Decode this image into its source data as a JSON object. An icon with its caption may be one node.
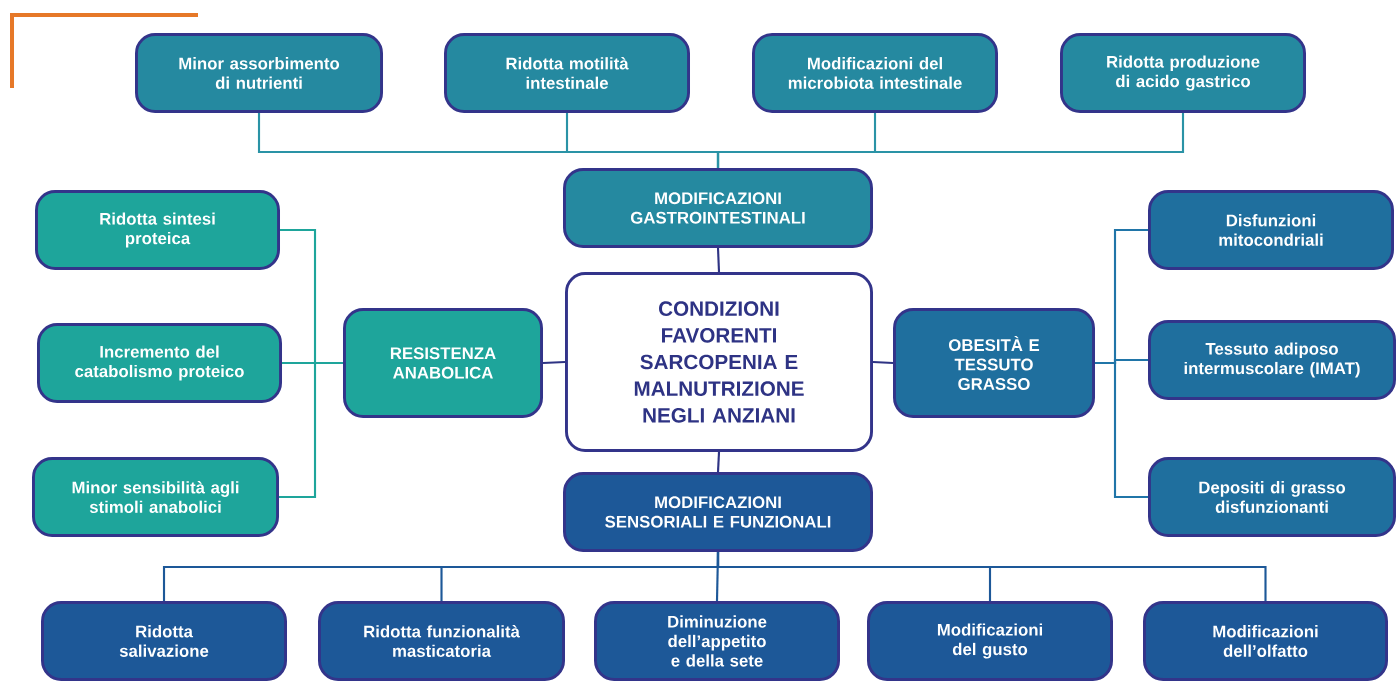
{
  "diagram": {
    "nodes": [
      {
        "text": [
          "Minor assorbimento di nutrienti"
        ]
      },
      {
        "text": [
          "Ridotta motilità intestinale"
        ]
      },
      {
        "text": [
          "Modificazioni del microbiota intestinale"
        ]
      },
      {
        "text": [
          "Ridotta produzione di acido gastrico"
        ]
      },
      {
        "text": [
          "MODIFICAZIONI GASTROINTESTINALI"
        ]
      },
      {
        "text": [
          "Ridotta sintesi proteica"
        ]
      },
      {
        "text": [
          "Disfunzioni mitocondriali"
        ]
      },
      {
        "text": [
          "Incremento del catabolismo proteico"
        ]
      },
      {
        "text": [
          "RESISTENZA ANABOLICA"
        ]
      },
      {
        "text": [
          "CONDIZIONI FAVORENTI SARCOPENIA E MALNUTRIZIONE NEGLI ANZIANI"
        ]
      },
      {
        "text": [
          "OBESITÀ E TESSUTO GRASSO"
        ]
      },
      {
        "text": [
          "Tessuto adiposo intermuscolare (IMAT)"
        ]
      },
      {
        "text": [
          "Minor sensibilità agli stimoli anabolici"
        ]
      },
      {
        "text": [
          "Depositi di grasso disfunzionanti"
        ]
      },
      {
        "text": [
          "MODIFICAZIONI SENSORIALI E FUNZIONALI"
        ]
      },
      {
        "text": [
          "Ridotta salivazione"
        ]
      },
      {
        "text": [
          "Ridotta funzionalità masticatoria"
        ]
      },
      {
        "text": [
          "Diminuzione dell’appetito e della sete"
        ]
      },
      {
        "text": [
          "Modificazioni del gusto"
        ]
      },
      {
        "text": [
          "Modificazioni dell’olfatto"
        ]
      }
    ],
    "edges": [
      {
        "from": 0,
        "to": 4,
        "arrow": "none",
        "color": "#2a93a6"
      },
      {
        "from": 1,
        "to": 4,
        "arrow": "none",
        "color": "#2a93a6"
      },
      {
        "from": 2,
        "to": 4,
        "arrow": "none",
        "color": "#2a93a6"
      },
      {
        "from": 3,
        "to": 4,
        "arrow": "none",
        "color": "#2a93a6"
      },
      {
        "from": 4,
        "to": 9,
        "arrow": "none",
        "color": "#2e3384"
      },
      {
        "from": 5,
        "to": 8,
        "arrow": "none",
        "color": "#1ea59b"
      },
      {
        "from": 7,
        "to": 8,
        "arrow": "none",
        "color": "#1ea59b"
      },
      {
        "from": 12,
        "to": 8,
        "arrow": "none",
        "color": "#1ea59b"
      },
      {
        "from": 8,
        "to": 9,
        "arrow": "none",
        "color": "#2e3384"
      },
      {
        "from": 9,
        "to": 10,
        "arrow": "none",
        "color": "#2e3384"
      },
      {
        "from": 10,
        "to": 6,
        "arrow": "none",
        "color": "#2075a8"
      },
      {
        "from": 10,
        "to": 11,
        "arrow": "none",
        "color": "#2075a8"
      },
      {
        "from": 10,
        "to": 13,
        "arrow": "none",
        "color": "#2075a8"
      },
      {
        "from": 9,
        "to": 14,
        "arrow": "none",
        "color": "#2e3384"
      },
      {
        "from": 14,
        "to": 15,
        "arrow": "none",
        "color": "#1d5898"
      },
      {
        "from": 14,
        "to": 16,
        "arrow": "none",
        "color": "#1d5898"
      },
      {
        "from": 14,
        "to": 17,
        "arrow": "none",
        "color": "#1d5898"
      },
      {
        "from": 14,
        "to": 18,
        "arrow": "none",
        "color": "#1d5898"
      },
      {
        "from": 14,
        "to": 19,
        "arrow": "none",
        "color": "#1d5898"
      }
    ]
  }
}
